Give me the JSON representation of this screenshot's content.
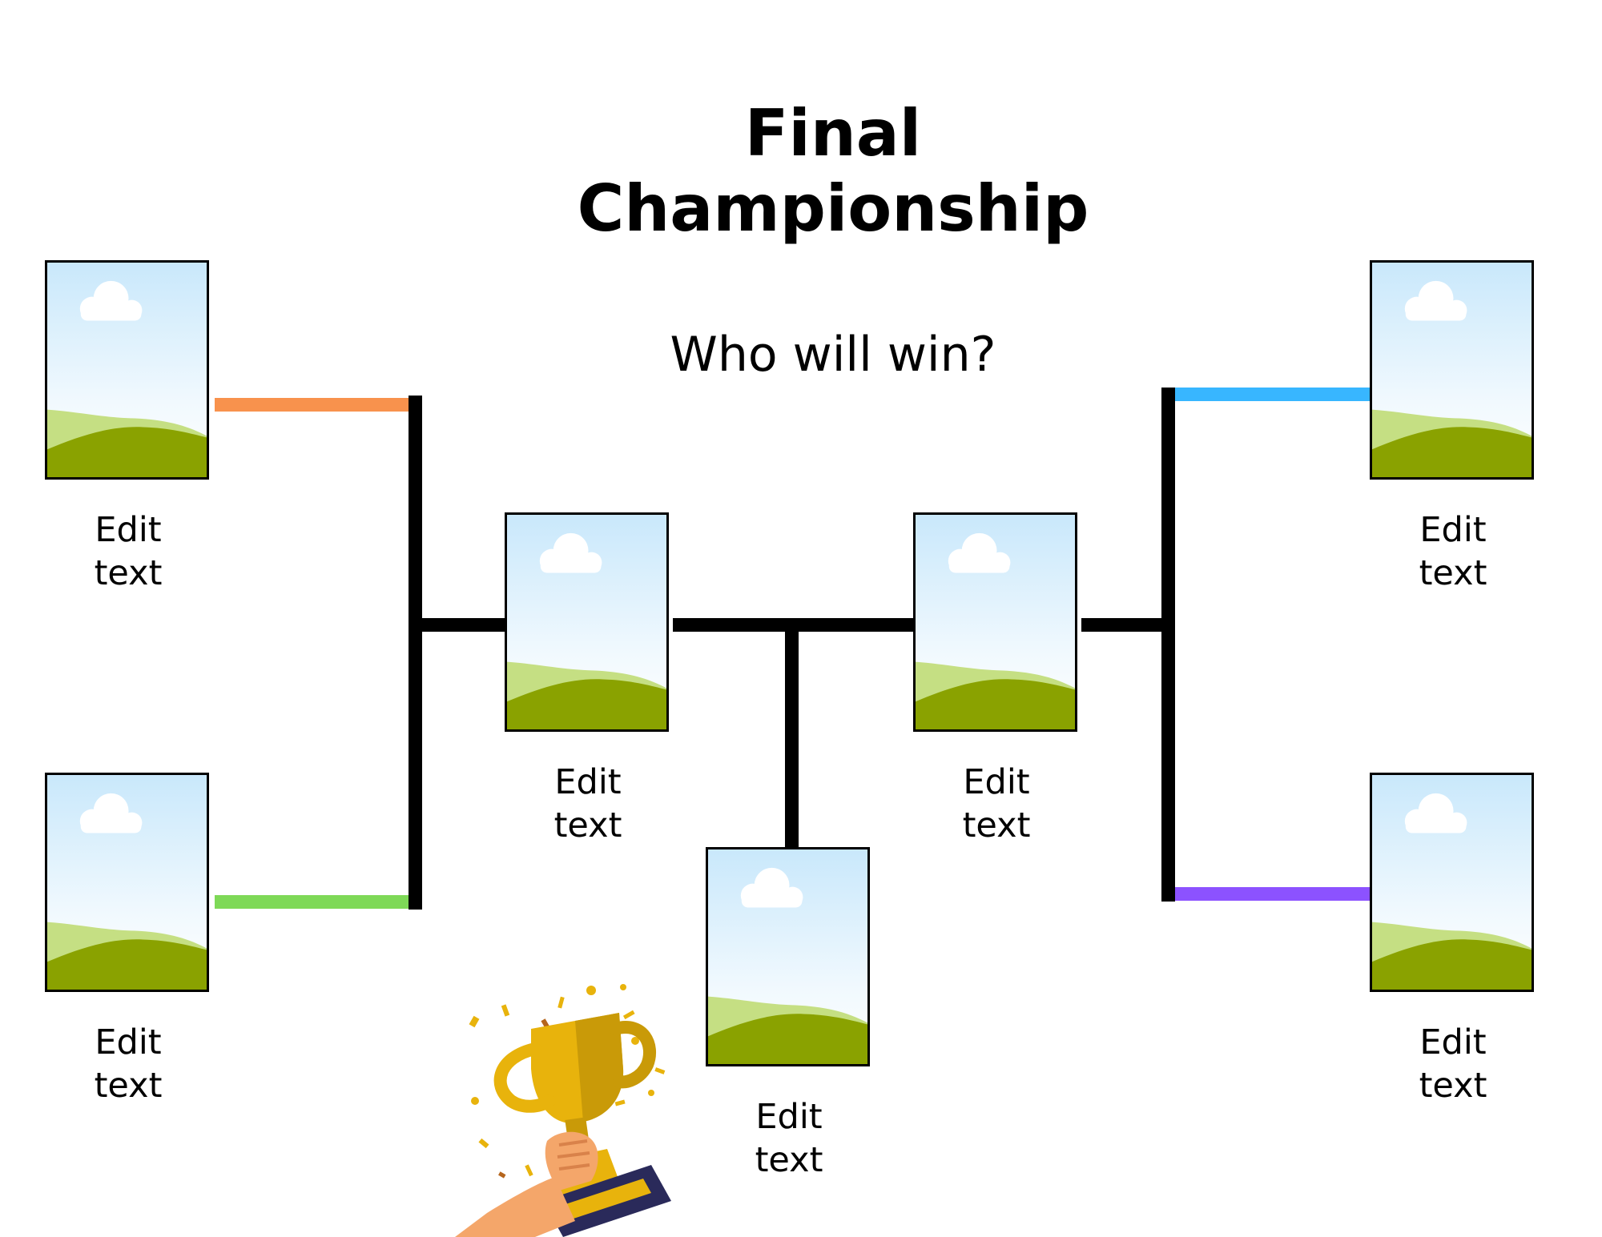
{
  "header": {
    "title_line1": "Final",
    "title_line2": "Championship",
    "subtitle": "Who will win?"
  },
  "labels": {
    "left_top": [
      "Edit",
      "text"
    ],
    "left_bottom": [
      "Edit",
      "text"
    ],
    "semi_left": [
      "Edit",
      "text"
    ],
    "champion": [
      "Edit",
      "text"
    ],
    "semi_right": [
      "Edit",
      "text"
    ],
    "right_top": [
      "Edit",
      "text"
    ],
    "right_bottom": [
      "Edit",
      "text"
    ]
  },
  "colors": {
    "left_top_connector": "#f8924d",
    "left_bottom_connector": "#7ed957",
    "right_top_connector": "#38b6ff",
    "right_bottom_connector": "#8c52ff",
    "bracket": "#000000",
    "sky_top": "#c9e8fb",
    "hill_light": "#c5df83",
    "hill_dark": "#8aa200",
    "trophy_gold": "#e8b30c"
  },
  "icons": {
    "photo_placeholder": "landscape-placeholder-icon",
    "trophy": "trophy-icon"
  }
}
